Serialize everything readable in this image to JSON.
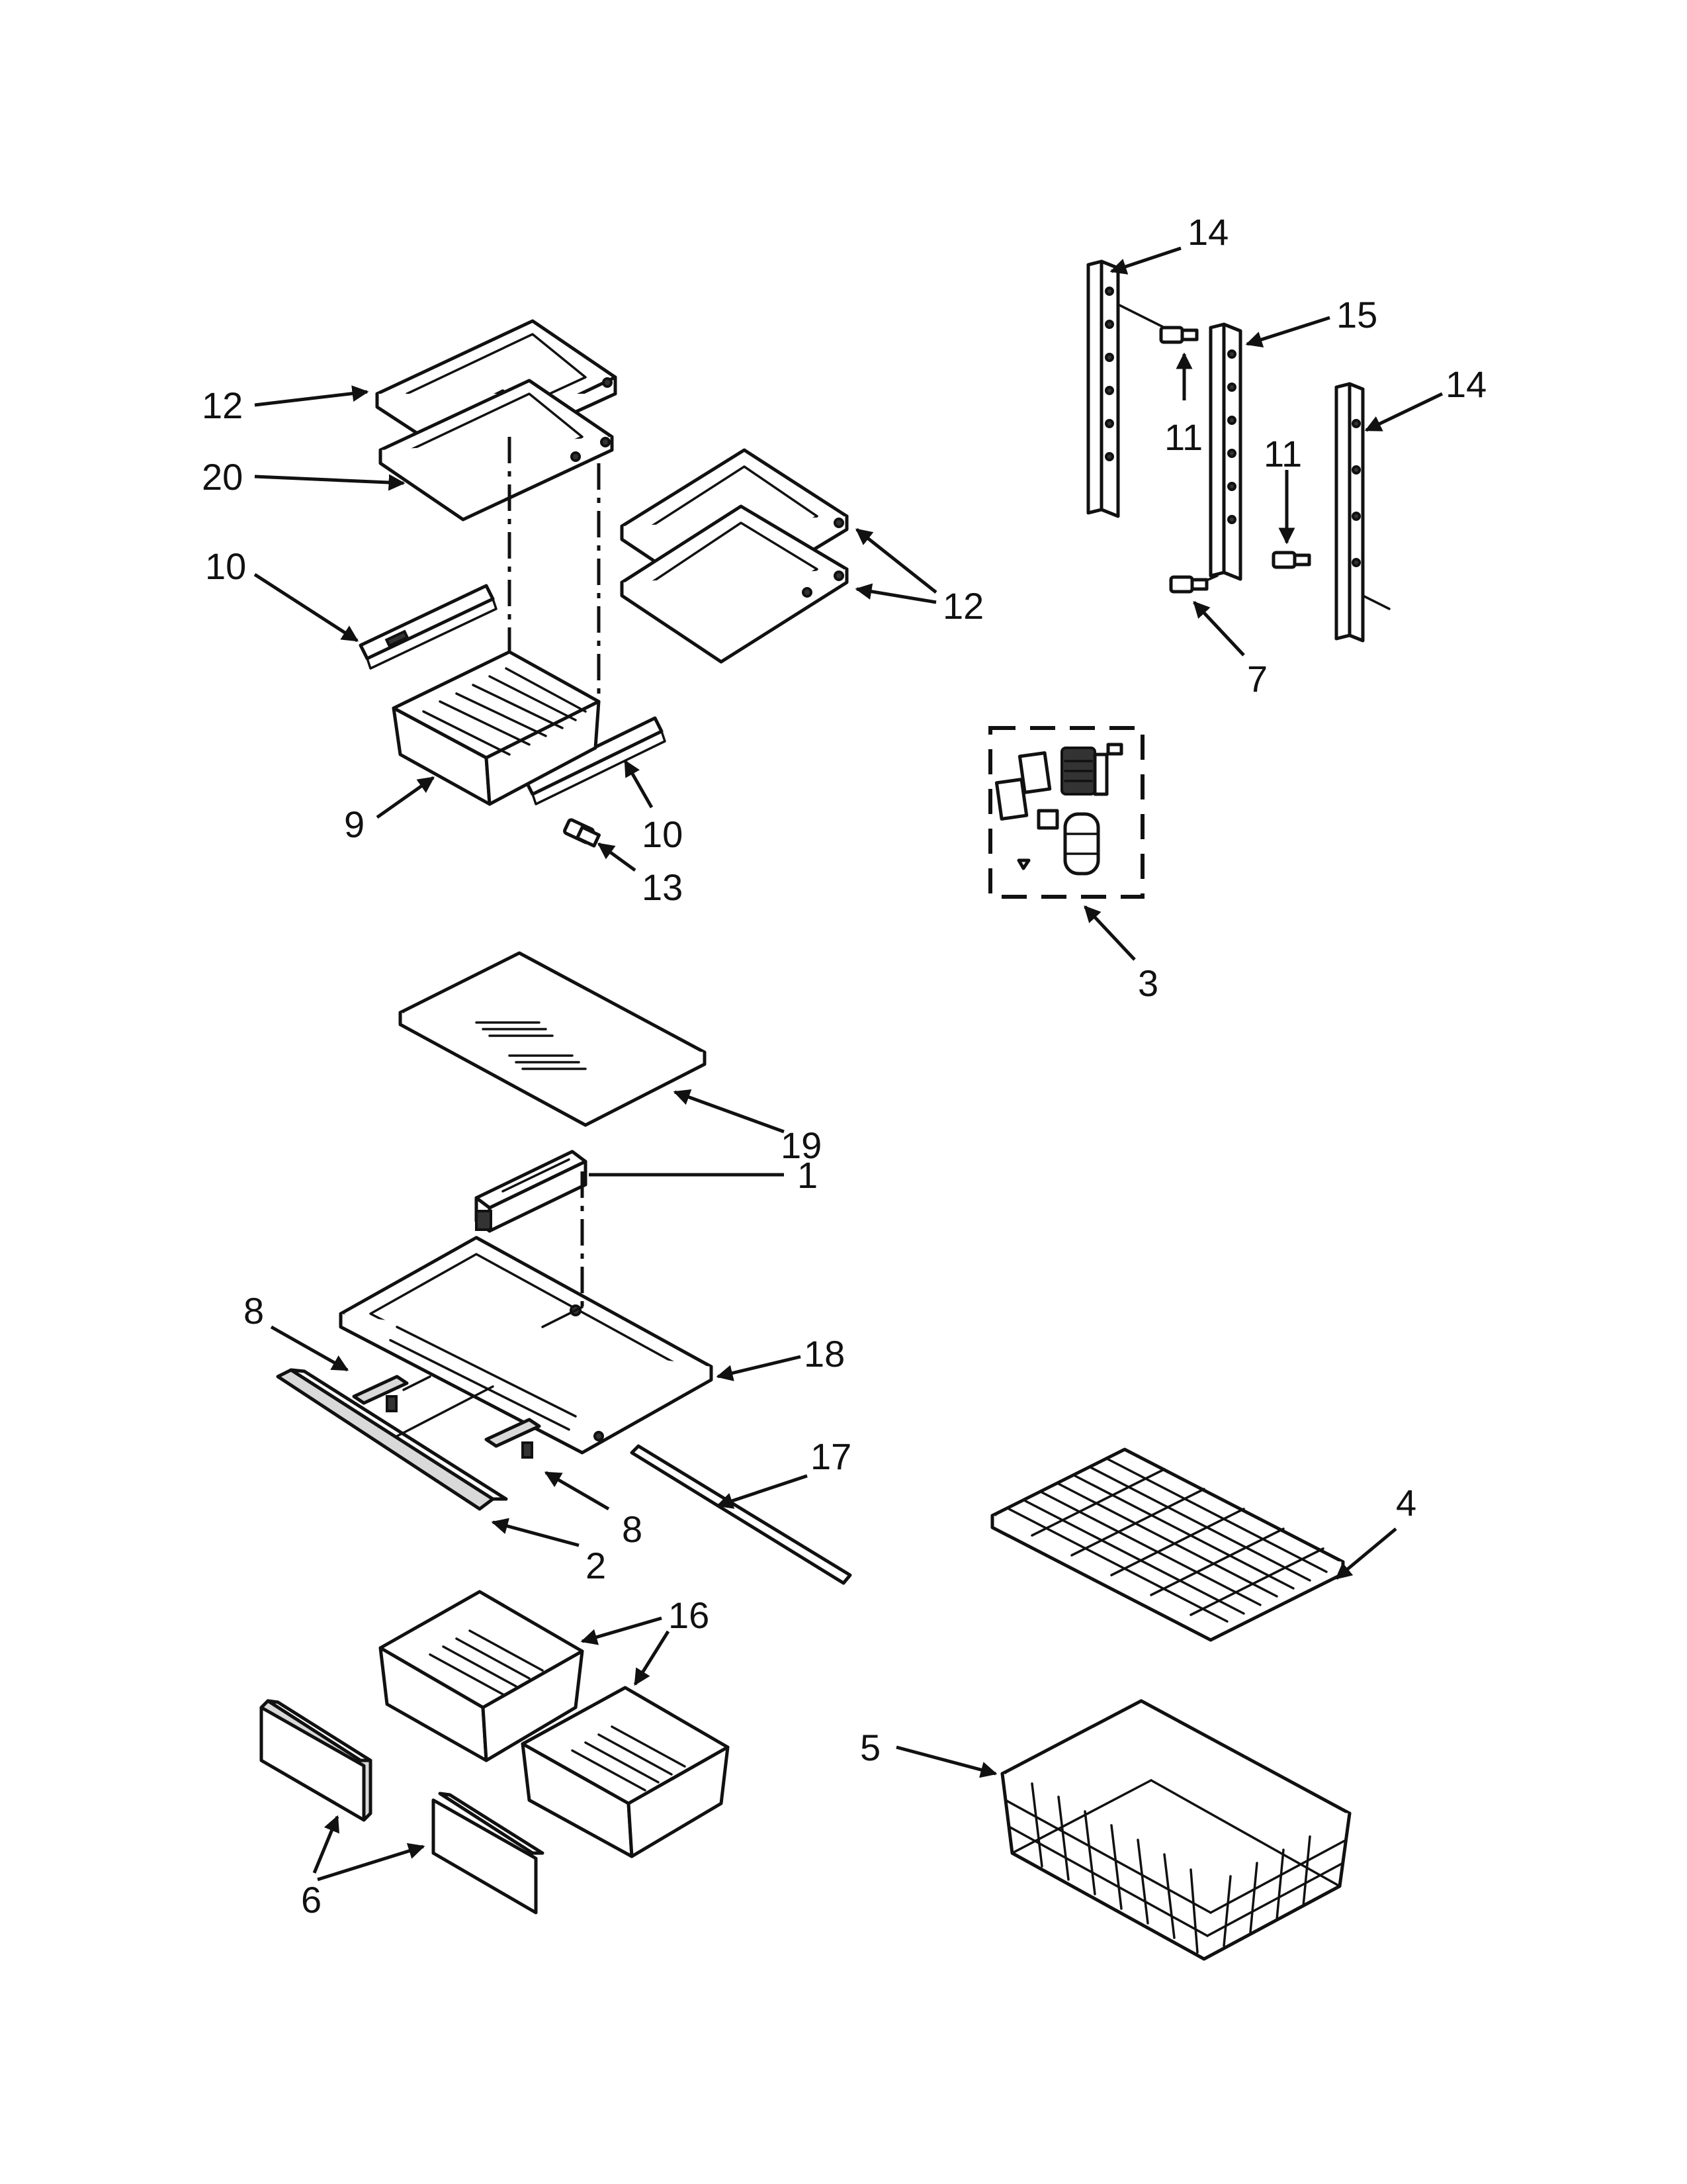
{
  "callouts": {
    "c1": "1",
    "c2": "2",
    "c3": "3",
    "c4": "4",
    "c5": "5",
    "c6": "6",
    "c7": "7",
    "c8a": "8",
    "c8b": "8",
    "c9": "9",
    "c10a": "10",
    "c10b": "10",
    "c11a": "11",
    "c11b": "11",
    "c12a": "12",
    "c12b": "12",
    "c13": "13",
    "c14a": "14",
    "c14b": "14",
    "c15": "15",
    "c16": "16",
    "c17": "17",
    "c18": "18",
    "c19": "19",
    "c20": "20"
  },
  "colors": {
    "line": "#111111",
    "background": "#ffffff",
    "shading": "#d9d9d9"
  }
}
